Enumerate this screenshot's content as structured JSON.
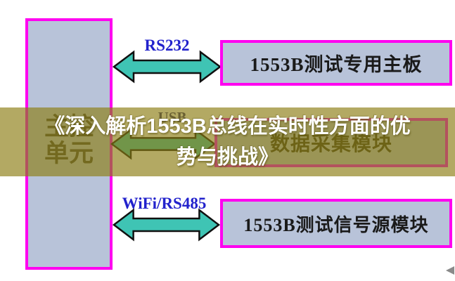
{
  "diagram": {
    "left_unit": {
      "label": "主控单元",
      "lines": [
        "主控",
        "单元"
      ]
    },
    "links": [
      {
        "label": "RS232"
      },
      {
        "label": "USB"
      },
      {
        "label": "WiFi/RS485"
      }
    ],
    "modules": [
      {
        "label": "1553B测试专用主板"
      },
      {
        "label": "数据采集模块"
      },
      {
        "label": "1553B测试信号源模块"
      }
    ]
  },
  "overlay": {
    "title": "《深入解析1553B总线在实时性方面的优势与挑战》",
    "title_lines": [
      "《深入解析1553B总线在实时性方面的优",
      "势与挑战》"
    ]
  },
  "colors": {
    "background": "#ffffff",
    "box_fill": "#b8c3d9",
    "box_border": "#ff00f0",
    "arrow_fill": "#3fc4b4",
    "arrow_outline": "#101010",
    "link_label_text": "#2222cc",
    "module_text": "#1a1a1a",
    "unit_text": "#45453a",
    "overlay_tint": "rgba(140,124,18,0.66)",
    "title_text": "#ffffff"
  }
}
